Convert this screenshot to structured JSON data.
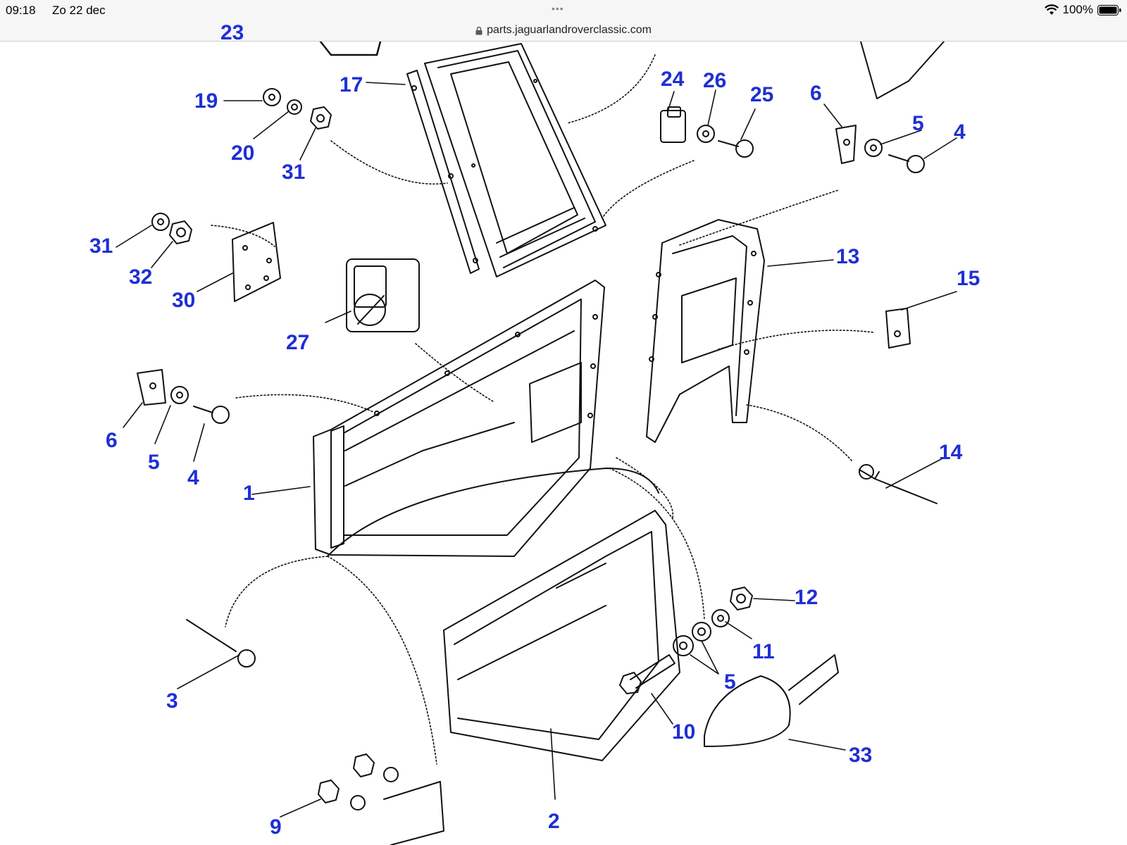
{
  "status_bar": {
    "time": "09:18",
    "date": "Zo 22 dec",
    "multitask_dots": "•••",
    "wifi_icon": "wifi-icon",
    "battery_percent": "100%",
    "battery_icon": "battery-icon"
  },
  "browser": {
    "lock_icon": "lock-icon",
    "url": "parts.jaguarlandroverclassic.com"
  },
  "diagram": {
    "callout_color": "#1f2fd4",
    "callouts": [
      {
        "key": "c23",
        "label": "23"
      },
      {
        "key": "c17",
        "label": "17"
      },
      {
        "key": "c19",
        "label": "19"
      },
      {
        "key": "c20",
        "label": "20"
      },
      {
        "key": "c31a",
        "label": "31"
      },
      {
        "key": "c24",
        "label": "24"
      },
      {
        "key": "c26",
        "label": "26"
      },
      {
        "key": "c25",
        "label": "25"
      },
      {
        "key": "c6a",
        "label": "6"
      },
      {
        "key": "c5a",
        "label": "5"
      },
      {
        "key": "c4a",
        "label": "4"
      },
      {
        "key": "c31b",
        "label": "31"
      },
      {
        "key": "c32",
        "label": "32"
      },
      {
        "key": "c30",
        "label": "30"
      },
      {
        "key": "c13",
        "label": "13"
      },
      {
        "key": "c15",
        "label": "15"
      },
      {
        "key": "c27",
        "label": "27"
      },
      {
        "key": "c6b",
        "label": "6"
      },
      {
        "key": "c5b",
        "label": "5"
      },
      {
        "key": "c4b",
        "label": "4"
      },
      {
        "key": "c14",
        "label": "14"
      },
      {
        "key": "c1",
        "label": "1"
      },
      {
        "key": "c12",
        "label": "12"
      },
      {
        "key": "c11",
        "label": "11"
      },
      {
        "key": "c5c",
        "label": "5"
      },
      {
        "key": "c3",
        "label": "3"
      },
      {
        "key": "c10",
        "label": "10"
      },
      {
        "key": "c33",
        "label": "33"
      },
      {
        "key": "c9",
        "label": "9"
      },
      {
        "key": "c2",
        "label": "2"
      }
    ]
  }
}
